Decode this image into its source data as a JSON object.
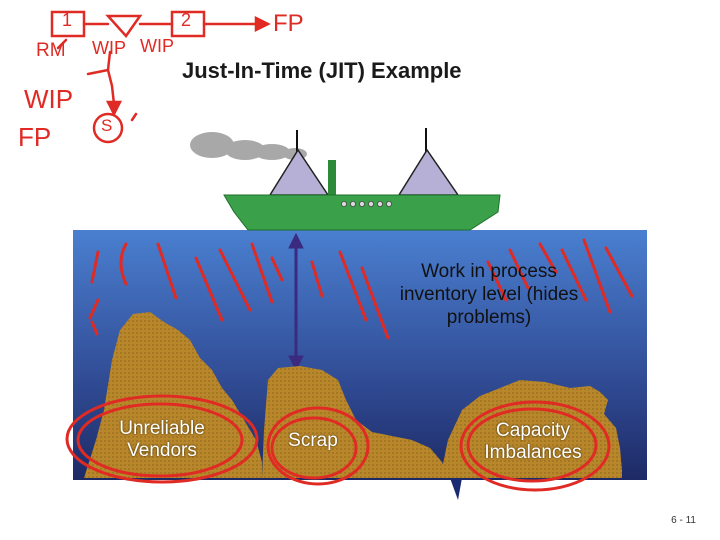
{
  "title": "Just-In-Time (JIT) Example",
  "water_label": "Work in process inventory level (hides problems)",
  "rocks": {
    "vendors": "Unreliable Vendors",
    "scrap": "Scrap",
    "capacity": "Capacity Imbalances"
  },
  "slide_number": "6 - 11",
  "handwriting": {
    "box1": "1",
    "box2": "2",
    "fp_top": "FP",
    "rm": "RM",
    "wip1": "WIP",
    "wip2": "WIP",
    "wip_left": "WIP",
    "fp_left": "FP",
    "circled": "S"
  },
  "colors": {
    "water_top": "#4a7fd0",
    "water_bottom": "#1d2a66",
    "ship_hull": "#3aa14a",
    "sail": "#b7b0d6",
    "smoke": "#a8a8a8",
    "rock": "#b8862b",
    "annotation_red": "#e02a24"
  }
}
